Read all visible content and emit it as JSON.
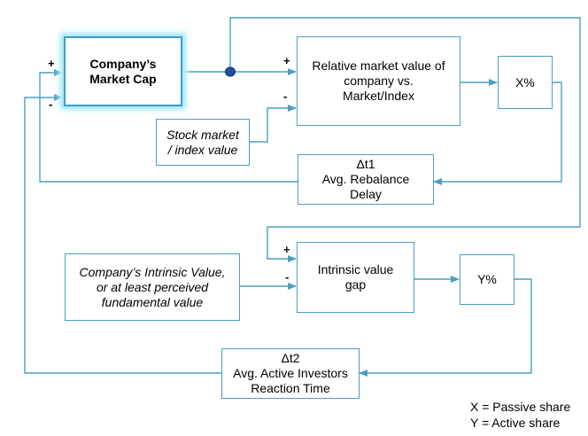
{
  "nodes": {
    "market_cap": "Company’s\nMarket Cap",
    "relative_value": "Relative market value of\ncompany vs.\nMarket/Index",
    "x_pct": "X%",
    "stock_index": "Stock market\n/ index value",
    "delay1": "Δt1\nAvg. Rebalance\nDelay",
    "intrinsic_value": "Company’s Intrinsic Value,\nor at least perceived\nfundamental value",
    "intrinsic_gap": "Intrinsic value\ngap",
    "y_pct": "Y%",
    "delay2": "Δt2\nAvg. Active Investors\nReaction Time"
  },
  "signs": {
    "plus": "+",
    "minus": "-"
  },
  "legend": {
    "x": "X = Passive share",
    "y": "Y = Active share"
  },
  "colors": {
    "box_border": "#4a9fc1",
    "arrow": "#4a9fc1",
    "dot": "#1f4e9c",
    "glow": "#a9e6f7"
  }
}
